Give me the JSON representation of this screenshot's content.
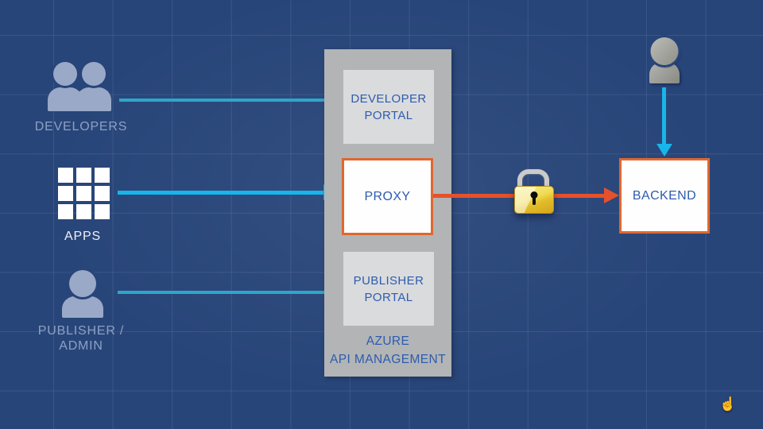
{
  "colors": {
    "bg": "#284579",
    "grid_line": "rgba(173,199,233,0.13)",
    "accent_cyan": "#18b5ea",
    "accent_teal": "#2fa6c8",
    "accent_orange": "#e5512b",
    "border_orange": "#e0672f",
    "text_blue": "#2e5cae",
    "panel_gray": "#b2b4b6",
    "box_gray": "#dadbdd",
    "label_slate": "#8da0c4",
    "label_white": "#eef1f6",
    "icon_slate": "#9aa9c7"
  },
  "actors": {
    "developers": {
      "label": "DEVELOPERS",
      "icon": "two-people-icon"
    },
    "apps": {
      "label": "APPS",
      "icon": "app-grid-icon"
    },
    "publisher": {
      "label_line1": "PUBLISHER /",
      "label_line2": "ADMIN",
      "icon": "person-icon"
    }
  },
  "apim": {
    "title_line1": "AZURE",
    "title_line2": "API MANAGEMENT",
    "boxes": {
      "developer_portal": {
        "line1": "DEVELOPER",
        "line2": "PORTAL"
      },
      "proxy": {
        "label": "PROXY"
      },
      "publisher_portal": {
        "line1": "PUBLISHER",
        "line2": "PORTAL"
      }
    }
  },
  "backend": {
    "label": "BACKEND",
    "user_icon": "person-icon"
  },
  "security": {
    "icon": "padlock-icon"
  },
  "pointer": {
    "icon": "hand-cursor-icon",
    "glyph": "☝"
  }
}
